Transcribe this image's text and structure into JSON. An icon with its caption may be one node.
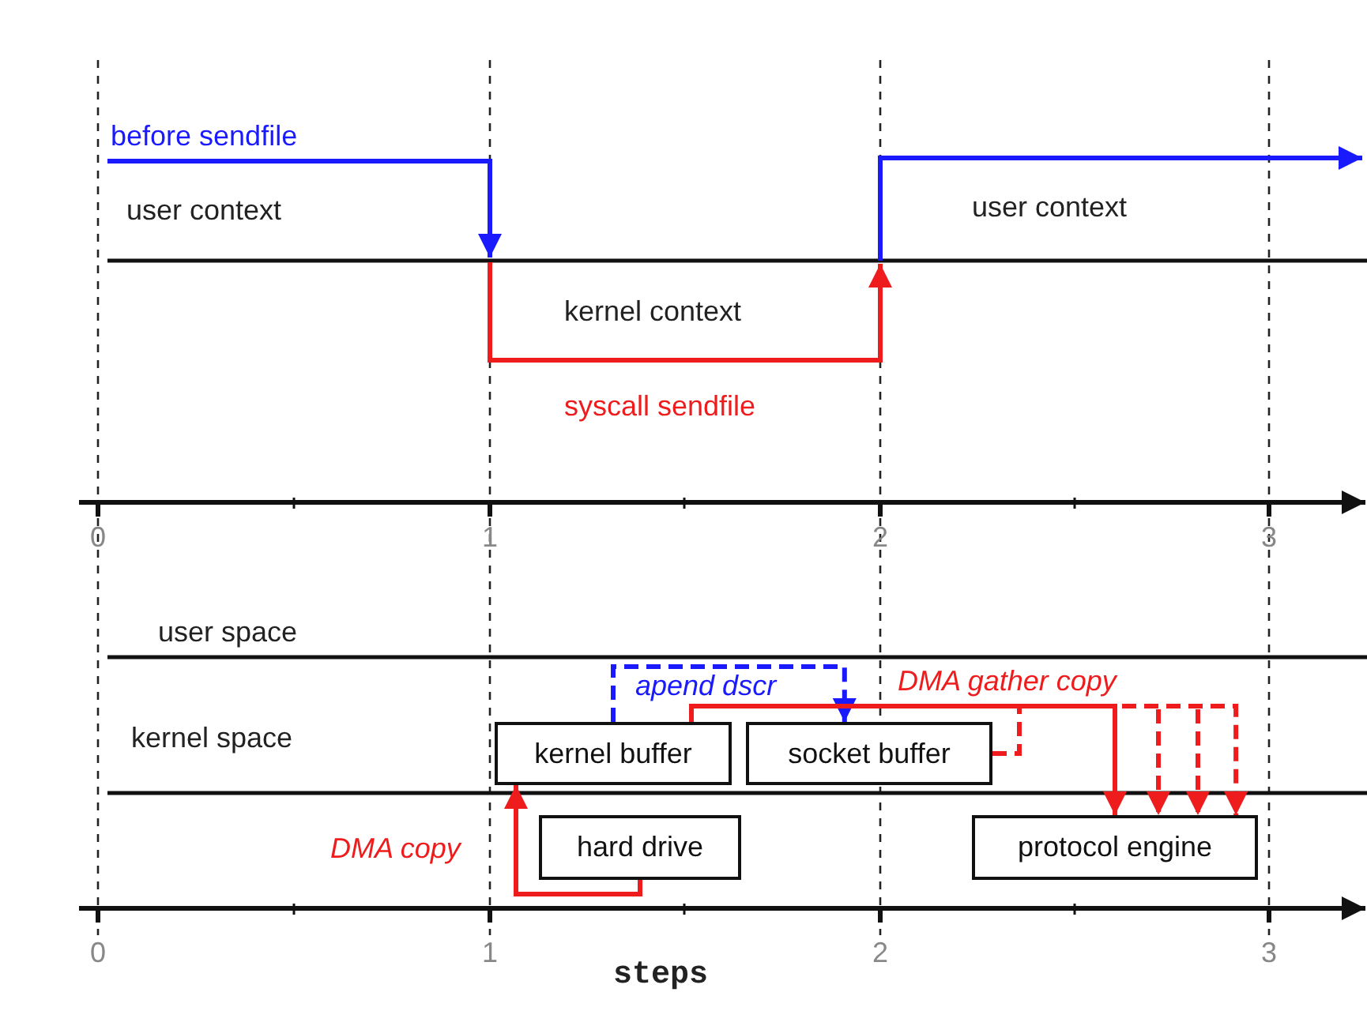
{
  "diagram": {
    "nodes": [
      {
        "text": [
          "kernel buffer"
        ]
      },
      {
        "text": [
          "socket buffer"
        ]
      },
      {
        "text": [
          "hard drive"
        ]
      },
      {
        "text": [
          "protocol engine"
        ]
      }
    ],
    "edges": [
      {
        "from": 2,
        "to": 0,
        "arrow": "to",
        "label": "DMA copy"
      },
      {
        "from": 0,
        "to": 1,
        "arrow": "to",
        "label": "apend dscr",
        "style": "dashed",
        "color": "#1a1aff"
      },
      {
        "from": 0,
        "to": 3,
        "arrow": "to",
        "label": "DMA gather copy"
      },
      {
        "from": 1,
        "to": 3,
        "arrow": "to",
        "style": "dashed"
      }
    ],
    "labels": [
      "before sendfile",
      "user context",
      "user context",
      "kernel context",
      "syscall sendfile",
      "0",
      "1",
      "2",
      "3",
      "user space",
      "kernel space",
      "0",
      "1",
      "2",
      "3",
      "steps"
    ]
  }
}
